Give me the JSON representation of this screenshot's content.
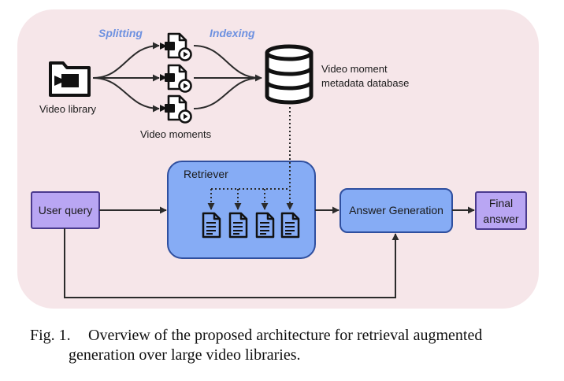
{
  "colors": {
    "panel": "#f6e6e9",
    "process_box": "#86acf5",
    "process_border": "#2f4f9f",
    "io_box": "#b9a6f3",
    "io_border": "#4a3a8e",
    "stage_label": "#6e91e0"
  },
  "diagram": {
    "stage_splitting": "Splitting",
    "stage_indexing": "Indexing",
    "video_library": {
      "label": "Video library",
      "icon": "video-folder-icon"
    },
    "video_moments": {
      "label": "Video moments",
      "icon": "video-file-icon"
    },
    "database": {
      "label_line1": "Video moment",
      "label_line2": "metadata database",
      "icon": "database-icon"
    },
    "retriever": {
      "label": "Retriever",
      "icon": "document-icon"
    },
    "user_query": {
      "label": "User query"
    },
    "answer_generation": {
      "label": "Answer Generation"
    },
    "final_answer": {
      "label_line1": "Final",
      "label_line2": "answer"
    }
  },
  "caption": {
    "number": "Fig. 1.",
    "line1": "Overview of the proposed architecture for retrieval augmented",
    "line2": "generation over large video libraries."
  }
}
